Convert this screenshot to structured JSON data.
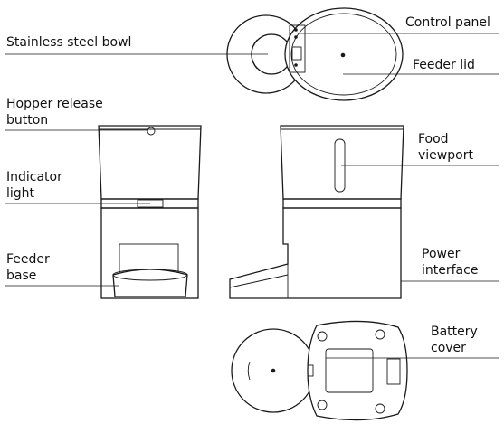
{
  "labels": {
    "stainless_steel_bowl": "Stainless steel bowl",
    "control_panel": "Control panel",
    "feeder_lid": "Feeder lid",
    "hopper_release_button": "Hopper release\nbutton",
    "food_viewport": "Food\nviewport",
    "indicator_light": "Indicator\nlight",
    "feeder_base": "Feeder\nbase",
    "power_interface": "Power\ninterface",
    "battery_cover": "Battery\ncover"
  },
  "colors": {
    "line": "#1a1a1a",
    "text": "#111111",
    "background": "#ffffff"
  }
}
